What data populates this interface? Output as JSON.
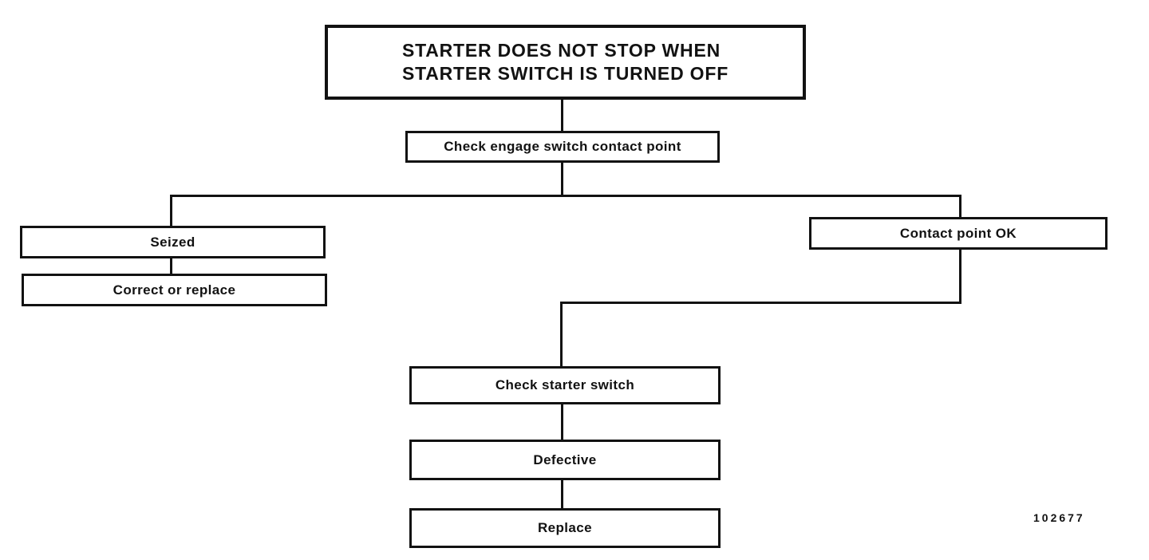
{
  "diagram": {
    "type": "flowchart",
    "nodes": {
      "root": {
        "label": "STARTER DOES NOT STOP WHEN\nSTARTER SWITCH IS TURNED OFF"
      },
      "check_engage": {
        "label": "Check engage switch contact point"
      },
      "seized": {
        "label": "Seized"
      },
      "correct_or_replace": {
        "label": "Correct or replace"
      },
      "contact_point_ok": {
        "label": "Contact point OK"
      },
      "check_starter_switch": {
        "label": "Check starter switch"
      },
      "defective": {
        "label": "Defective"
      },
      "replace": {
        "label": "Replace"
      }
    },
    "edges": [
      [
        "root",
        "check_engage"
      ],
      [
        "check_engage",
        "seized"
      ],
      [
        "check_engage",
        "contact_point_ok"
      ],
      [
        "seized",
        "correct_or_replace"
      ],
      [
        "contact_point_ok",
        "check_starter_switch"
      ],
      [
        "check_starter_switch",
        "defective"
      ],
      [
        "defective",
        "replace"
      ]
    ],
    "figure_number": "102677"
  },
  "colors": {
    "line": "#121212",
    "background": "#ffffff",
    "text": "#121212"
  }
}
